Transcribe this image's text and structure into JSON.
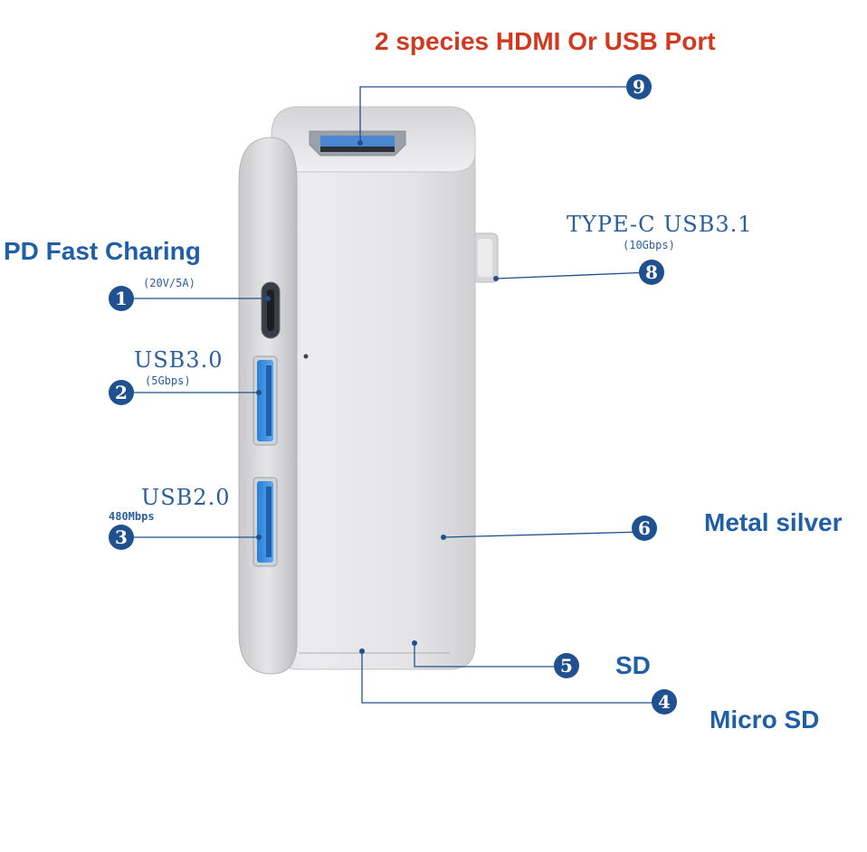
{
  "title": "2 species HDMI Or USB Port",
  "colors": {
    "title": "#d23a1f",
    "accent_blue": "#1f5fa8",
    "badge": "#1f5090",
    "body_silver": "#e3e3e5"
  },
  "callouts": [
    {
      "number": "1",
      "label": "PD Fast Charing",
      "sublabel": "(20V/5A)"
    },
    {
      "number": "2",
      "label": "USB3.0",
      "sublabel": "(5Gbps)"
    },
    {
      "number": "3",
      "label": "USB2.0",
      "sublabel": "480Mbps"
    },
    {
      "number": "4",
      "label": "Micro SD"
    },
    {
      "number": "5",
      "label": "SD"
    },
    {
      "number": "6",
      "label": "Metal silver"
    },
    {
      "number": "8",
      "label": "TYPE-C USB3.1",
      "sublabel": "(10Gbps)"
    },
    {
      "number": "9",
      "label": "2 species HDMI Or USB Port"
    }
  ],
  "icons": {
    "device": "usb-c-hub-device",
    "ports": [
      "usb-c-port-icon",
      "usb-a-port-icon",
      "usb-a-port-icon",
      "hdmi-port-icon"
    ]
  }
}
